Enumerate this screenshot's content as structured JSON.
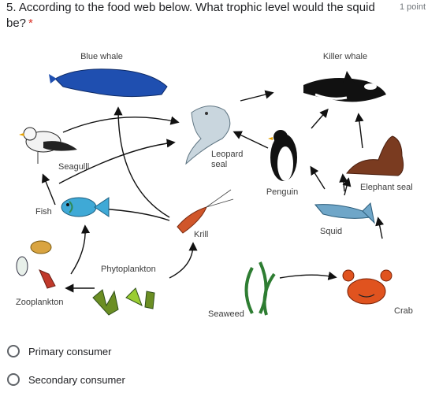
{
  "question": {
    "text": "5. According to the food web below. What trophic level would the squid be?",
    "required_mark": "*",
    "points": "1 point"
  },
  "food_web": {
    "labels": {
      "blue_whale": "Blue whale",
      "killer_whale": "Killer whale",
      "seagull": "Seagulll",
      "leopard_seal": "Leopard\nseal",
      "leopard_line1": "Leopard",
      "leopard_line2": "seal",
      "penguin": "Penguin",
      "elephant_seal": "Elephant seal",
      "fish": "Fish",
      "krill": "Krill",
      "squid": "Squid",
      "phytoplankton": "Phytoplankton",
      "zooplankton": "Zooplankton",
      "seaweed": "Seaweed",
      "crab": "Crab"
    },
    "icons": [
      "blue-whale-icon",
      "killer-whale-icon",
      "seagull-icon",
      "leopard-seal-icon",
      "penguin-icon",
      "elephant-seal-icon",
      "fish-icon",
      "krill-icon",
      "squid-icon",
      "phytoplankton-icon",
      "zooplankton-icon",
      "seaweed-icon",
      "crab-icon"
    ]
  },
  "options": [
    {
      "label": "Primary consumer",
      "selected": false
    },
    {
      "label": "Secondary consumer",
      "selected": false
    }
  ],
  "colors": {
    "required": "#d93025",
    "radio_border": "#5f6368"
  }
}
